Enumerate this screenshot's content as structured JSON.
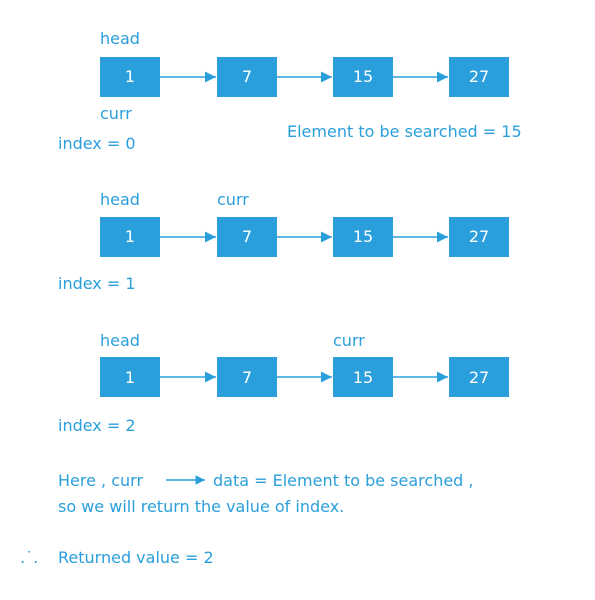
{
  "colors": {
    "accent": "#2a9fdc",
    "node_text": "#ffffff",
    "background": "#ffffff"
  },
  "node_values": [
    "1",
    "7",
    "15",
    "27"
  ],
  "search_note": "Element to be searched = 15",
  "steps": [
    {
      "index_label": "index = 0",
      "head_label": "head",
      "curr_label": "curr",
      "curr_at_node": 0
    },
    {
      "index_label": "index = 1",
      "head_label": "head",
      "curr_label": "curr",
      "curr_at_node": 1
    },
    {
      "index_label": "index = 2",
      "head_label": "head",
      "curr_label": "curr",
      "curr_at_node": 2
    }
  ],
  "conclusion": {
    "here_text": "Here ,  curr",
    "rest_text": "data  =  Element to be searched ,",
    "line2": "so we will return the value of index.",
    "therefore_symbol": ".˙.",
    "returned_text": "Returned value  =  2"
  }
}
